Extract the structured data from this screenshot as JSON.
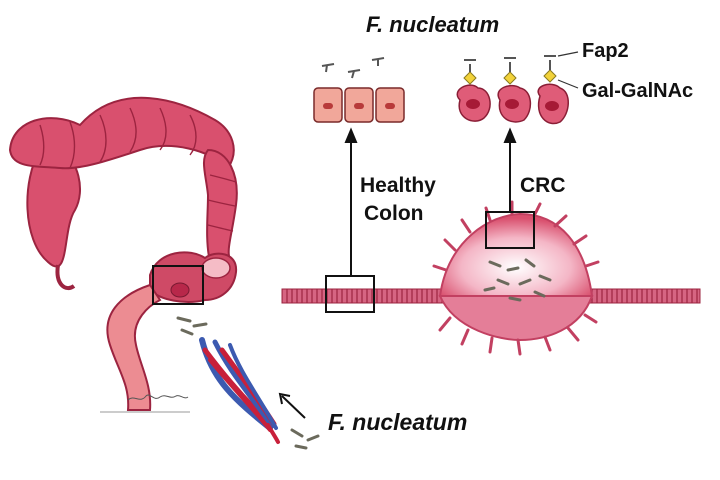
{
  "labels": {
    "top_organism": "F. nucleatum",
    "bottom_organism": "F. nucleatum",
    "fap2": "Fap2",
    "gal_galnac": "Gal-GalNAc",
    "healthy_line1": "Healthy",
    "healthy_line2": "Colon",
    "crc": "CRC"
  },
  "colors": {
    "colon": "#d9506e",
    "colon_dark": "#9c2440",
    "rectum": "#ec8c92",
    "healthy_cell": "#f1a79a",
    "crc_cell": "#df5c78",
    "artery": "#c8203a",
    "vein": "#3c5ab0",
    "lectin": "#f2d23a",
    "bacteria": "#6b6a5c"
  }
}
